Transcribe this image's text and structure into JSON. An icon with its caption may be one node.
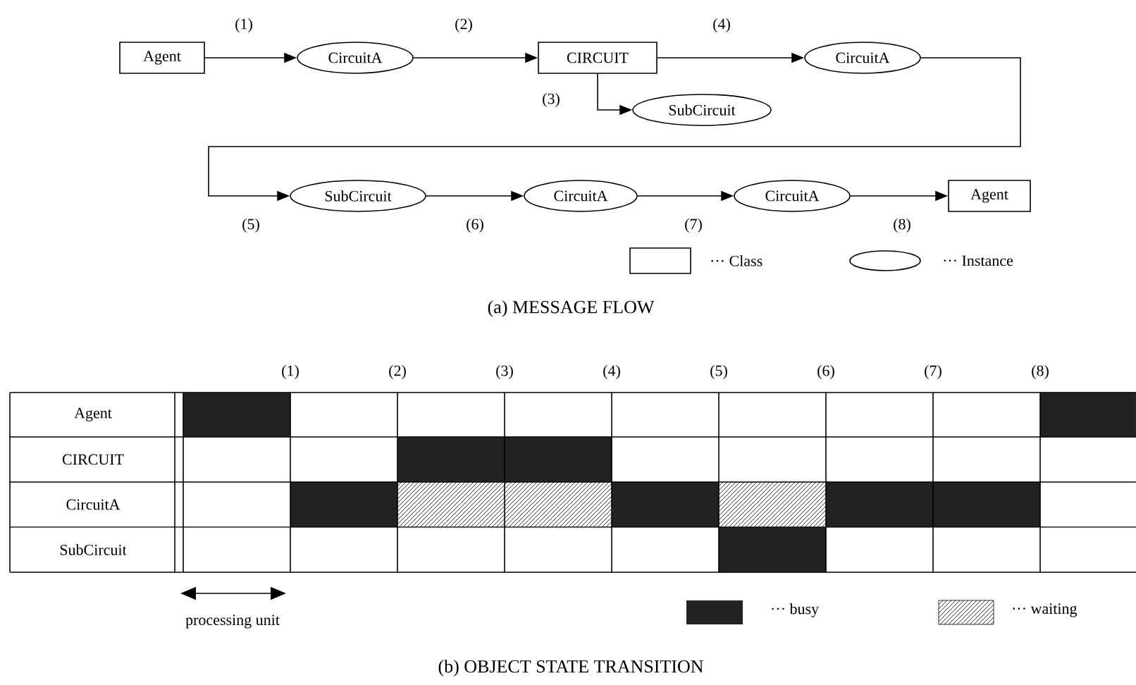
{
  "diagram": {
    "nodes": [
      {
        "text": [
          "Agent"
        ]
      },
      {
        "text": [
          "CircuitA"
        ]
      },
      {
        "text": [
          "CIRCUIT"
        ]
      },
      {
        "text": [
          "SubCircuit"
        ]
      },
      {
        "text": [
          "CircuitA"
        ]
      },
      {
        "text": [
          "SubCircuit"
        ]
      },
      {
        "text": [
          "CircuitA"
        ]
      },
      {
        "text": [
          "CircuitA"
        ]
      },
      {
        "text": [
          "Agent"
        ]
      }
    ],
    "edges": [
      {
        "from": 0,
        "to": 1,
        "arrow": "to",
        "label": "(1)"
      },
      {
        "from": 1,
        "to": 2,
        "arrow": "to",
        "label": "(2)"
      },
      {
        "from": 2,
        "to": 3,
        "arrow": "to",
        "label": "(3)"
      },
      {
        "from": 2,
        "to": 4,
        "arrow": "to",
        "label": "(4)"
      },
      {
        "from": 4,
        "to": 5,
        "arrow": "to",
        "label": "(5)"
      },
      {
        "from": 5,
        "to": 6,
        "arrow": "to",
        "label": "(6)"
      },
      {
        "from": 6,
        "to": 7,
        "arrow": "to",
        "label": "(7)"
      },
      {
        "from": 7,
        "to": 8,
        "arrow": "to",
        "label": "(8)"
      }
    ],
    "labels": [
      "(a) MESSAGE FLOW",
      "(1)",
      "(2)",
      "(3)",
      "(4)",
      "(5)",
      "(6)",
      "(7)",
      "(8)",
      "Agent",
      "CIRCUIT",
      "CircuitA",
      "SubCircuit",
      "processing unit",
      "(b) OBJECT STATE TRANSITION"
    ],
    "legend": [
      {
        "text": "··· Class"
      },
      {
        "text": "··· Instance"
      },
      {
        "text": "··· busy",
        "color": "#222222"
      },
      {
        "text": "··· waiting"
      }
    ]
  }
}
